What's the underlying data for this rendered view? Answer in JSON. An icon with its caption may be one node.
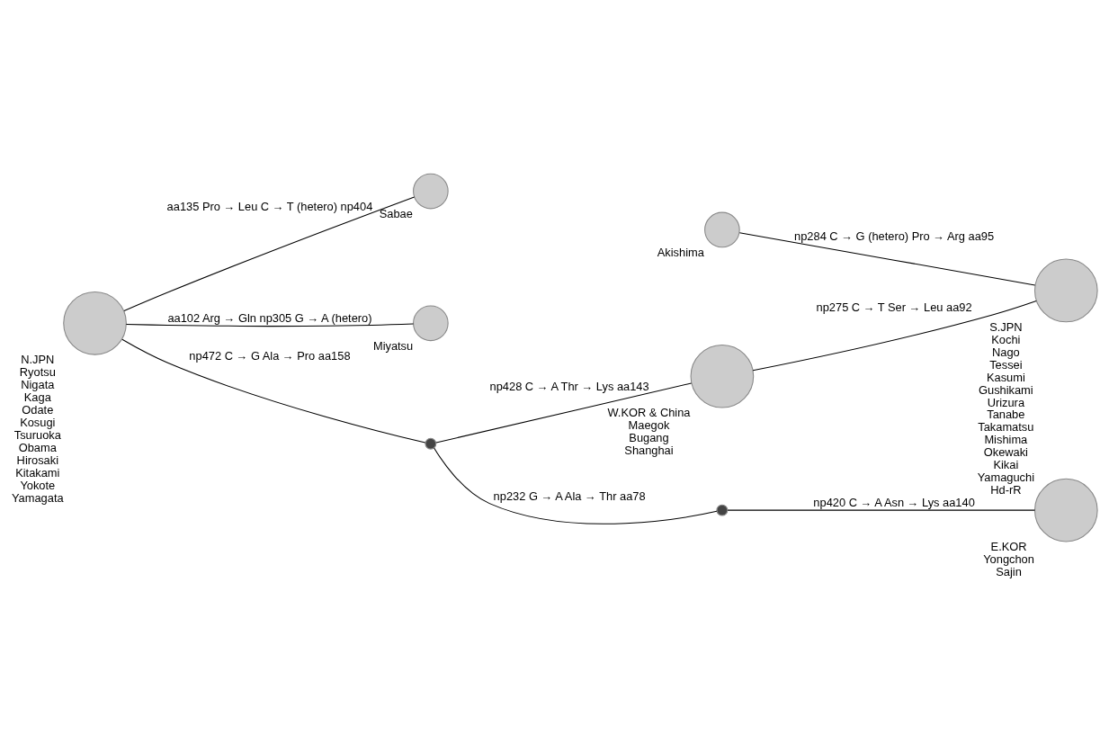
{
  "diagram": {
    "nodes": [
      {
        "text": [],
        "shape": "circle",
        "beside": [
          "Sabae"
        ]
      },
      {
        "text": [],
        "shape": "circle",
        "beside": [
          "Akishima"
        ]
      },
      {
        "text": [],
        "shape": "circle",
        "beside": [
          "S.JPN",
          "Kochi",
          "Nago",
          "Tessei",
          "Kasumi",
          "Gushikami",
          "Urizura",
          "Tanabe",
          "Takamatsu",
          "Mishima",
          "Okewaki",
          "Kikai",
          "Yamaguchi",
          "Hd-rR"
        ]
      },
      {
        "text": [],
        "shape": "circle",
        "beside": [
          "N.JPN",
          "Ryotsu",
          "Nigata",
          "Kaga",
          "Odate",
          "Kosugi",
          "Tsuruoka",
          "Obama",
          "Hirosaki",
          "Kitakami",
          "Yokote",
          "Yamagata"
        ]
      },
      {
        "text": [],
        "shape": "circle",
        "beside": [
          "Miyatsu"
        ]
      },
      {
        "text": [],
        "shape": "circle"
      },
      {
        "text": [],
        "shape": "circle",
        "beside": [
          "W.KOR & China",
          "Maegok",
          "Bugang",
          "Shanghai"
        ]
      },
      {
        "text": [],
        "shape": "circle"
      },
      {
        "text": [],
        "shape": "circle",
        "beside": [
          "E.KOR",
          "Yongchon",
          "Sajin"
        ]
      }
    ],
    "edges": [
      {
        "from": 3,
        "to": 0,
        "arrow": "none",
        "label": "aa135 Pro → Leu C → T (hetero) np404"
      },
      {
        "from": 3,
        "to": 4,
        "arrow": "none",
        "label": "aa102 Arg → Gln np305 G → A (hetero)"
      },
      {
        "from": 1,
        "to": 2,
        "arrow": "none",
        "label": "np284 C → G (hetero) Pro → Arg aa95"
      },
      {
        "from": 3,
        "to": 5,
        "arrow": "none",
        "label": "np472 C → G Ala → Pro aa158"
      },
      {
        "from": 5,
        "to": 6,
        "arrow": "none",
        "label": "np428 C → A Thr → Lys aa143"
      },
      {
        "from": 6,
        "to": 2,
        "arrow": "none",
        "label": "np275 C → T Ser → Leu aa92"
      },
      {
        "from": 5,
        "to": 7,
        "arrow": "none",
        "label": "np232 G → A Ala → Thr aa78"
      },
      {
        "from": 7,
        "to": 8,
        "arrow": "none",
        "label": "np420 C → A Asn → Lys aa140"
      }
    ]
  }
}
